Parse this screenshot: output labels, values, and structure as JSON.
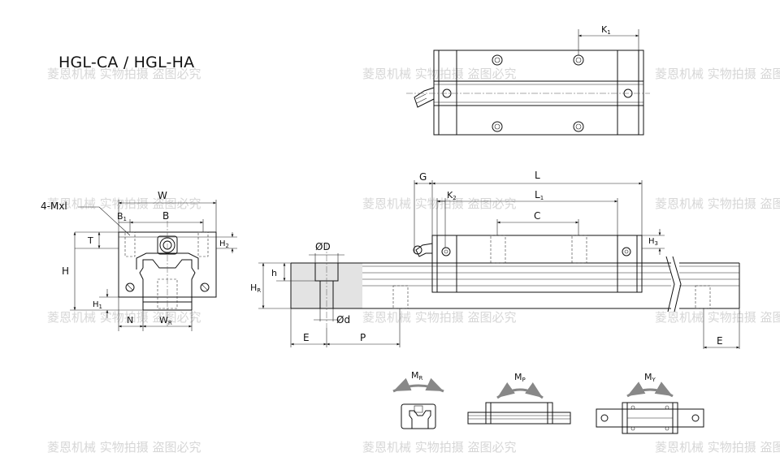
{
  "title": "HGL-CA / HGL-HA",
  "watermark": "菱恩机械 实物拍摄 盗图必究",
  "labels": {
    "W": "W",
    "B1": "B",
    "B1_sub": "1",
    "B": "B",
    "mxl": "4-Mxl",
    "T": "T",
    "H": "H",
    "H1": "H",
    "H1_sub": "1",
    "H2": "H",
    "H2_sub": "2",
    "N": "N",
    "WR": "W",
    "WR_sub": "R",
    "K1": "K",
    "K1_sub": "1",
    "G": "G",
    "L": "L",
    "L1": "L",
    "L1_sub": "1",
    "K2": "K",
    "K2_sub": "2",
    "C": "C",
    "H3": "H",
    "H3_sub": "3",
    "OD": "ØD",
    "Od": "Ød",
    "h": "h",
    "HR": "H",
    "HR_sub": "R",
    "E_left": "E",
    "P": "P",
    "E_right": "E",
    "MR": "M",
    "MR_sub": "R",
    "MP": "M",
    "MP_sub": "P",
    "MY": "M",
    "MY_sub": "Y"
  },
  "colors": {
    "line": "#111111",
    "rail_hatch": "#e3e3e3",
    "watermark": "#c9c9c9"
  }
}
